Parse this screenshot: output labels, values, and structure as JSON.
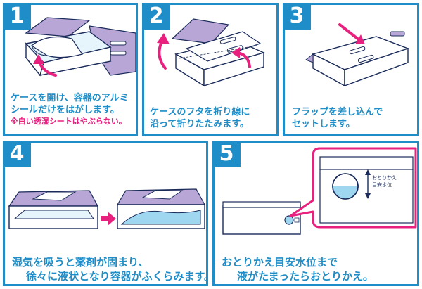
{
  "colors": {
    "accent": "#1f8ec8",
    "note": "#e8217f",
    "arrow": "#e8217f",
    "lavender": "#b8a6d6",
    "water": "#9fd6f0",
    "outline": "#1a2b5a"
  },
  "steps": [
    {
      "number": "1",
      "caption_lines": [
        "ケースを開け、容器のアルミ",
        "シールだけをはがします。"
      ],
      "note": "※白い透湿シートはやぶらない。"
    },
    {
      "number": "2",
      "caption_lines": [
        "ケースのフタを折り線に",
        "沿って折りたたみます。"
      ]
    },
    {
      "number": "3",
      "caption_lines": [
        "フラップを差し込んで",
        "セットします。"
      ]
    },
    {
      "number": "4",
      "caption_lines": [
        "湿気を吸うと薬剤が固まり、",
        "徐々に液状となり容器がふくらみます。"
      ]
    },
    {
      "number": "5",
      "caption_lines": [
        "おとりかえ目安水位まで",
        "液がたまったらおとりかえ。"
      ],
      "gauge_label_lines": [
        "おとりかえ",
        "目安水位"
      ]
    }
  ]
}
